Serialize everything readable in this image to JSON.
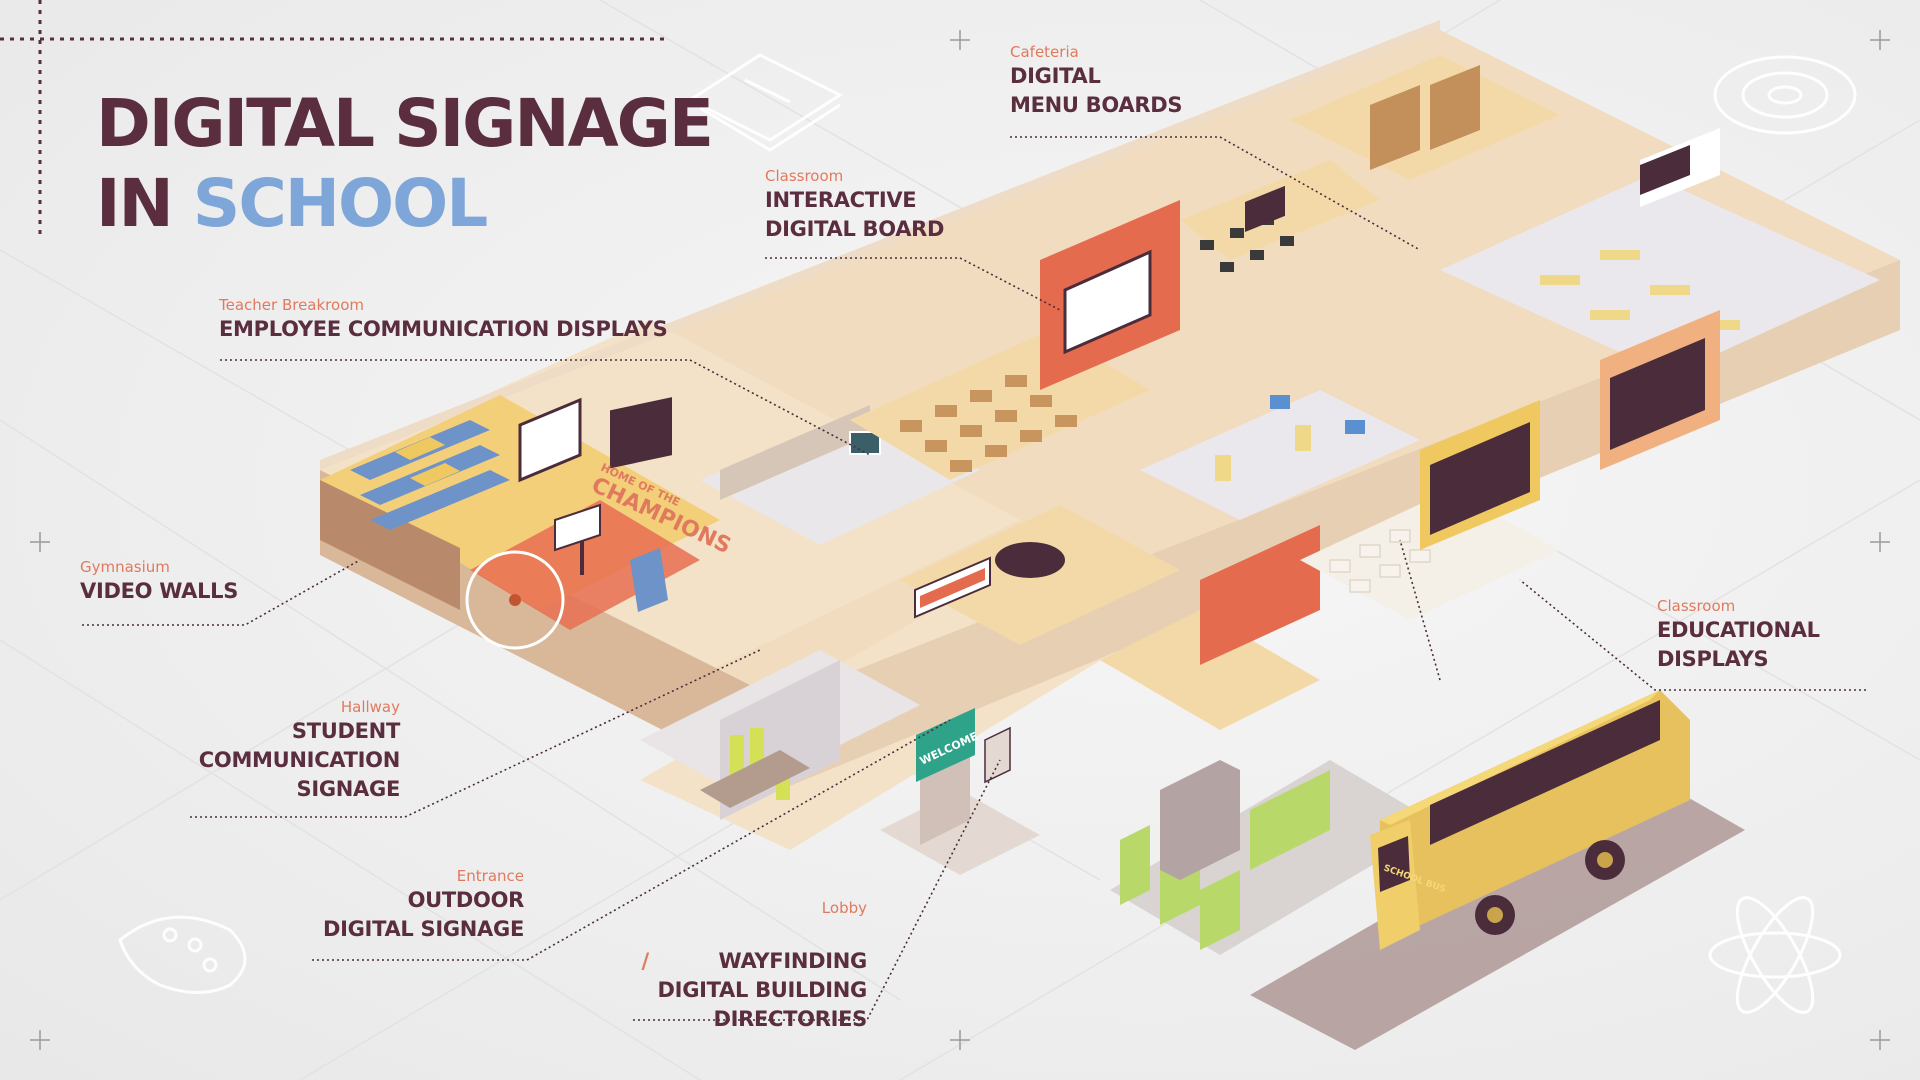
{
  "title": {
    "line1": "DIGITAL SIGNAGE",
    "line2_prefix": "IN",
    "line2_accent": "SCHOOL"
  },
  "colors": {
    "primary": "#5a2e3f",
    "accent_blue": "#7fa6d8",
    "accent_orange": "#e07a5f",
    "background": "#efefef"
  },
  "labels": [
    {
      "category": "Cafeteria",
      "name": "DIGITAL\nMENU BOARDS"
    },
    {
      "category": "Classroom",
      "name": "INTERACTIVE\nDIGITAL BOARD"
    },
    {
      "category": "Teacher Breakroom",
      "name": "EMPLOYEE COMMUNICATION DISPLAYS"
    },
    {
      "category": "Gymnasium",
      "name": "VIDEO WALLS"
    },
    {
      "category": "Hallway",
      "name": "STUDENT\nCOMMUNICATION\nSIGNAGE"
    },
    {
      "category": "Entrance",
      "name": "OUTDOOR\nDIGITAL SIGNAGE"
    },
    {
      "category": "Lobby",
      "name_prefix": "/",
      "name": "WAYFINDING\nDIGITAL BUILDING\nDIRECTORIES"
    },
    {
      "category": "Classroom",
      "name": "EDUCATIONAL\nDISPLAYS"
    }
  ],
  "scene_text": {
    "bus": "SCHOOL BUS",
    "welcome": "WELCOME",
    "gym_banner_top": "HOME OF THE",
    "gym_banner": "CHAMPIONS"
  },
  "icons": [
    "book-icon",
    "gear-icon",
    "palette-icon",
    "atom-icon",
    "plus-icon"
  ]
}
